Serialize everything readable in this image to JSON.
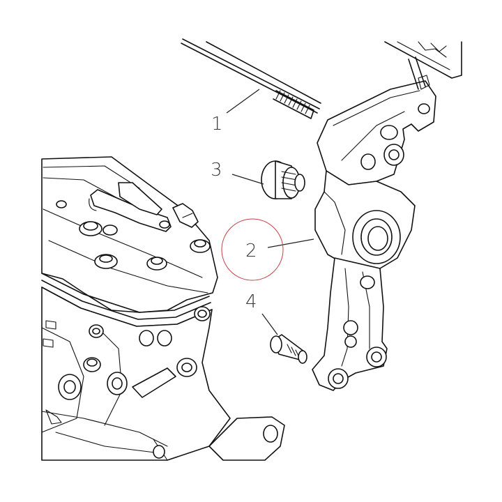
{
  "callouts": [
    {
      "id": "1",
      "label": "1"
    },
    {
      "id": "2",
      "label": "2"
    },
    {
      "id": "3",
      "label": "3"
    },
    {
      "id": "4",
      "label": "4"
    }
  ],
  "colors": {
    "line": "#111111",
    "label": "#3a3a3a",
    "highlight_circle": "#c8404a",
    "background": "#ffffff"
  }
}
